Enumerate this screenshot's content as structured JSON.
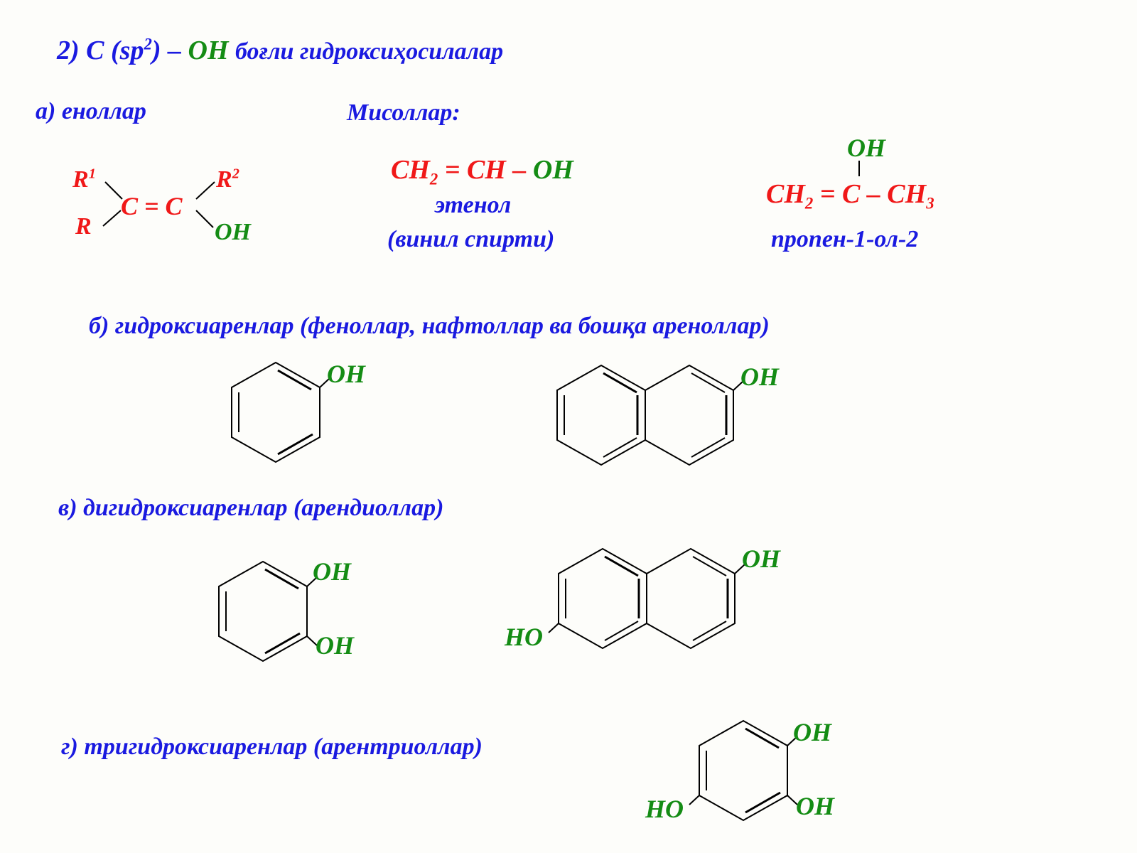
{
  "title": {
    "prefix": "2) C (sp",
    "sup": "2",
    "mid": ") –",
    "oh": "OH",
    "rest": "боғли гидроксиҳосилалар"
  },
  "enols": {
    "heading": "а) еноллар",
    "examples_label": "Мисоллар:",
    "general": {
      "r1": "R",
      "r1_sup": "1",
      "r2": "R",
      "r2_sup": "2",
      "r": "R",
      "core": "C = C",
      "oh": "OH"
    },
    "ethenol": {
      "formula_a": "CH",
      "formula_a_sub": "2",
      "formula_b": " = CH –",
      "formula_oh": " OH",
      "name": "этенол",
      "alt_name": "(винил спирти)"
    },
    "propenol": {
      "oh": "OH",
      "formula_a": "CH",
      "formula_a_sub": "2",
      "formula_b": " = C – CH",
      "formula_b_sub": "3",
      "name": "пропен-1-ол-2"
    }
  },
  "arenols": {
    "heading": "б) гидроксиаренлар (феноллар, нафтоллар ва бошқа ареноллар)",
    "phenol_oh": "OH",
    "naphthol_oh": "OH"
  },
  "arenediols": {
    "heading": "в) дигидроксиаренлар (арендиоллар)",
    "catechol_oh1": "OH",
    "catechol_oh2": "OH",
    "naphthalenediol_oh": "OH",
    "naphthalenediol_ho": "HO"
  },
  "arenetriols": {
    "heading": "г) тригидроксиаренлар (арентриоллар)",
    "oh1": "OH",
    "oh2": "OH",
    "ho": "HO"
  },
  "colors": {
    "heading_blue": "#1a1ae0",
    "formula_red": "#f01818",
    "hydroxyl_green": "#148c14",
    "background": "#fdfdfa"
  }
}
